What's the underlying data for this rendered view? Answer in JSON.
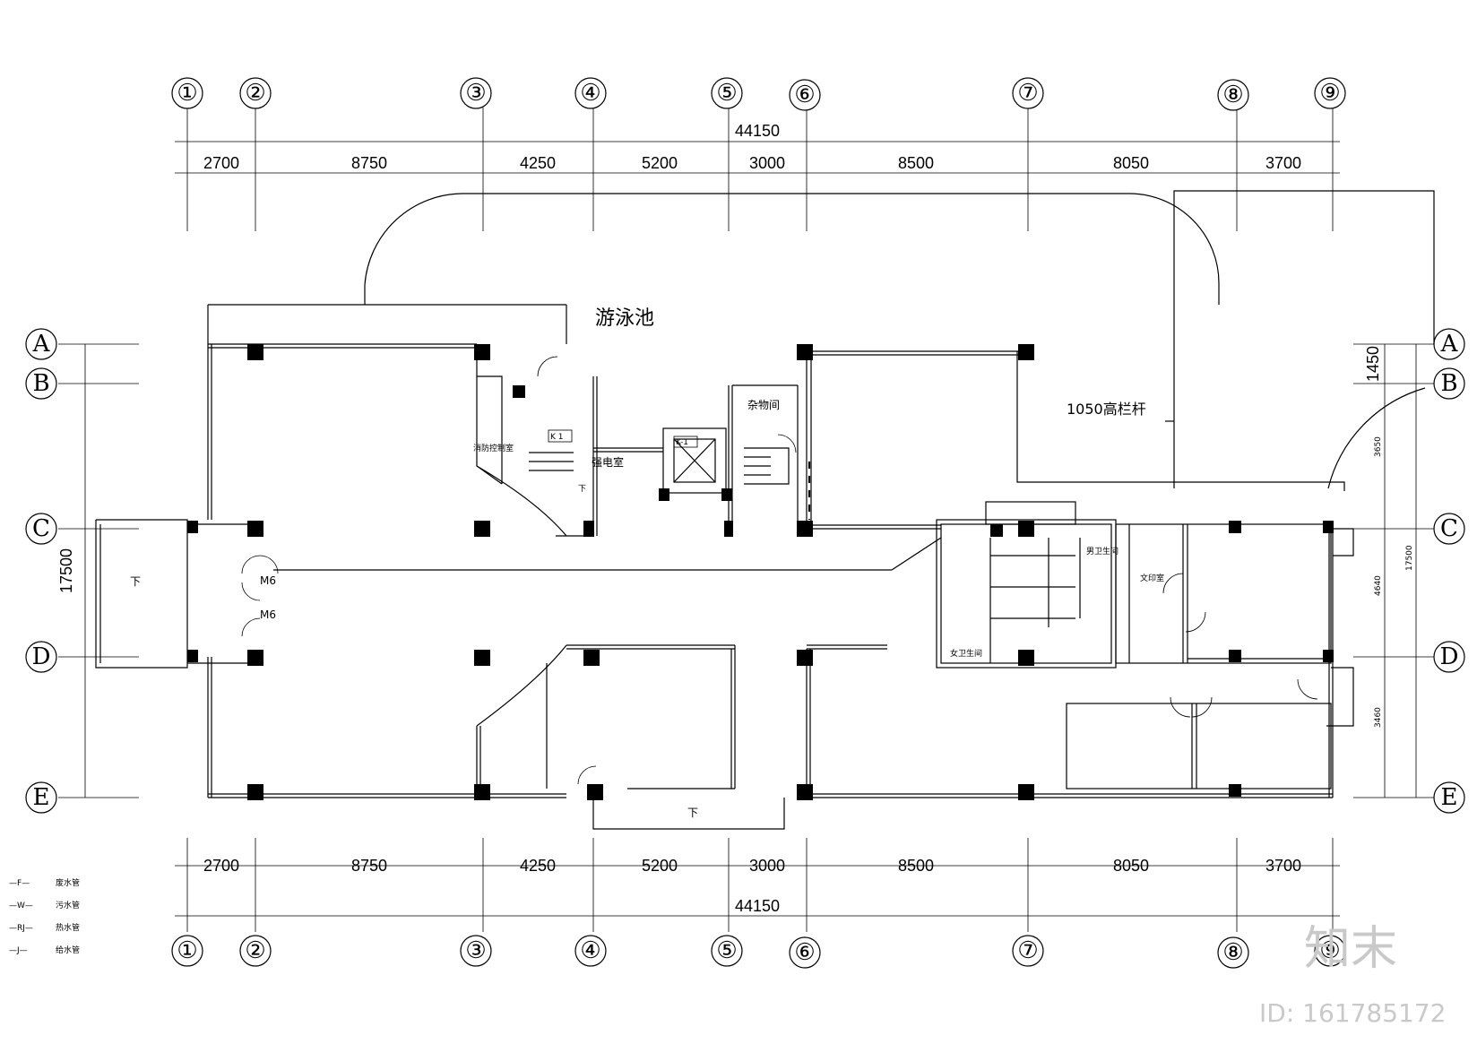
{
  "axes": {
    "numeric": [
      "①",
      "②",
      "③",
      "④",
      "⑤",
      "⑥",
      "⑦",
      "⑧",
      "⑨"
    ],
    "alpha": [
      "A",
      "B",
      "C",
      "D",
      "E"
    ]
  },
  "dimensions": {
    "total": "44150",
    "segments": [
      "2700",
      "8750",
      "4250",
      "5200",
      "3000",
      "8500",
      "8050",
      "3700"
    ],
    "left_total": "17500",
    "right_top": "1450",
    "right_total": "17500",
    "right_small": [
      "3650",
      "4640",
      "3460"
    ]
  },
  "rooms": {
    "pool": "游泳池",
    "railing": "1050高栏杆",
    "fire_control": "消防控制室",
    "electrical": "强电室",
    "storage": "杂物间",
    "office": "文印室",
    "k1_left": "K 1",
    "k1_right": "K-1",
    "door_m6_a": "M6",
    "door_m6_b": "M6",
    "down": "下",
    "down_2": "下",
    "down_3": "下",
    "toilet_1": "女卫生间",
    "toilet_2": "男卫生间"
  },
  "legend": [
    {
      "code": "—F—",
      "label": "废水管"
    },
    {
      "code": "—W—",
      "label": "污水管"
    },
    {
      "code": "—RJ—",
      "label": "热水管"
    },
    {
      "code": "—J—",
      "label": "给水管"
    }
  ],
  "watermark": {
    "brand": "知末",
    "id": "ID: 161785172"
  }
}
